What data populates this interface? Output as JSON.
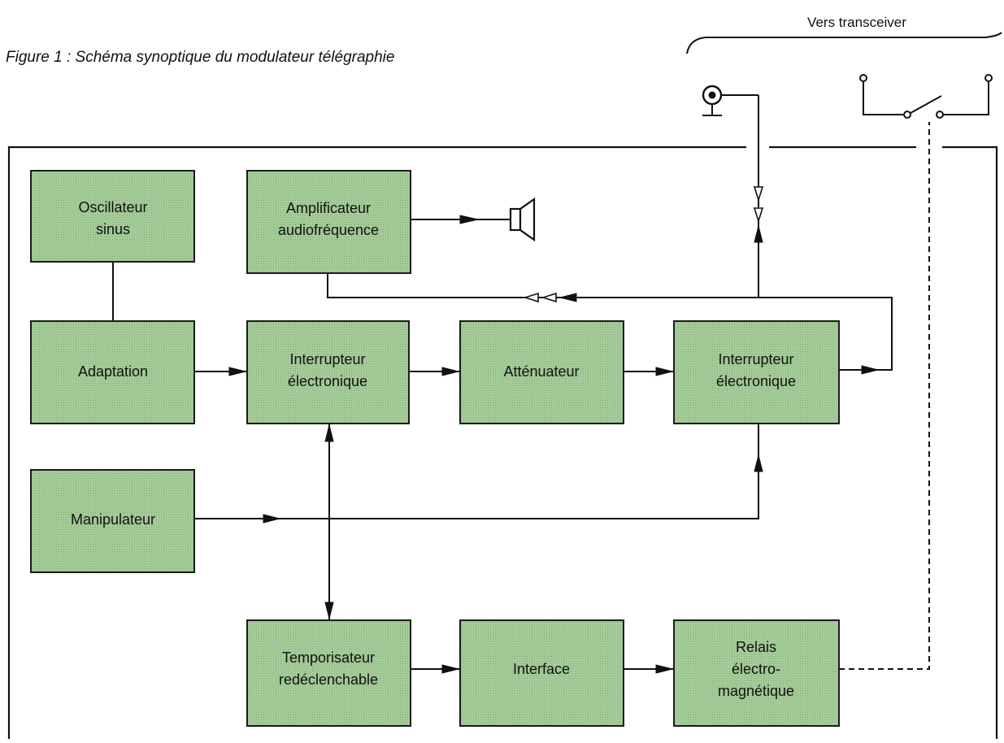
{
  "figure": {
    "caption": "Figure 1 : Schéma synoptique du modulateur télégraphie"
  },
  "external": {
    "transceiver_label": "Vers transceiver"
  },
  "blocks": {
    "oscillateur": [
      "Oscillateur",
      "sinus"
    ],
    "amplificateur": [
      "Amplificateur",
      "audiofréquence"
    ],
    "adaptation": [
      "Adaptation"
    ],
    "interrupteur_1": [
      "Interrupteur",
      "électronique"
    ],
    "attenuateur": [
      "Atténuateur"
    ],
    "interrupteur_2": [
      "Interrupteur",
      "électronique"
    ],
    "manipulateur": [
      "Manipulateur"
    ],
    "temporisateur": [
      "Temporisateur",
      "redéclenchable"
    ],
    "interface": [
      "Interface"
    ],
    "relais": [
      "Relais",
      "électro-",
      "magnétique"
    ]
  },
  "colors": {
    "block_fill": "#a8cf9c",
    "block_dots": "#7aa36f",
    "line": "#111111"
  },
  "icons": {
    "speaker": "loudspeaker-icon",
    "jack": "coaxial-connector-icon",
    "relay_contact": "relay-switch-contact-icon"
  }
}
